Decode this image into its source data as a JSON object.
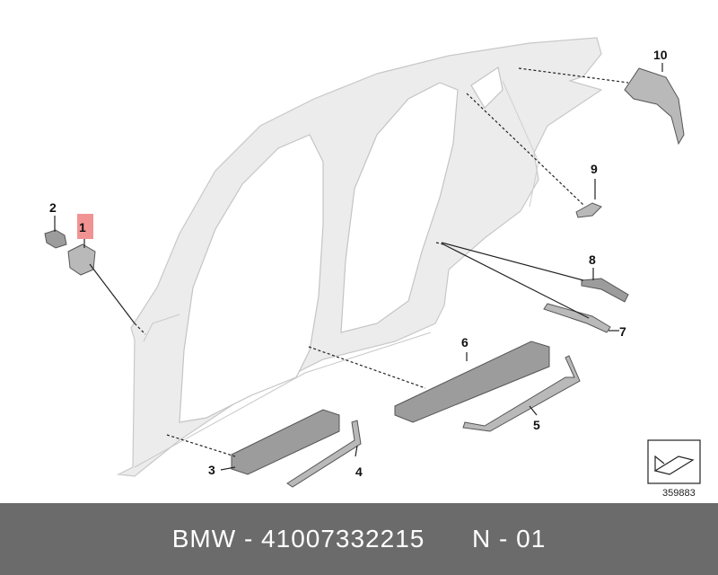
{
  "diagram": {
    "callouts": [
      {
        "id": "1",
        "label": "1",
        "highlighted": true
      },
      {
        "id": "2",
        "label": "2"
      },
      {
        "id": "3",
        "label": "3"
      },
      {
        "id": "4",
        "label": "4"
      },
      {
        "id": "5",
        "label": "5"
      },
      {
        "id": "6",
        "label": "6"
      },
      {
        "id": "7",
        "label": "7"
      },
      {
        "id": "8",
        "label": "8"
      },
      {
        "id": "9",
        "label": "9"
      },
      {
        "id": "10",
        "label": "10"
      }
    ],
    "reference_number": "359883",
    "highlight_color": "#f08080"
  },
  "footer": {
    "text": "BMW - 41007332215      N - 01",
    "background": "#6b6b6b"
  }
}
